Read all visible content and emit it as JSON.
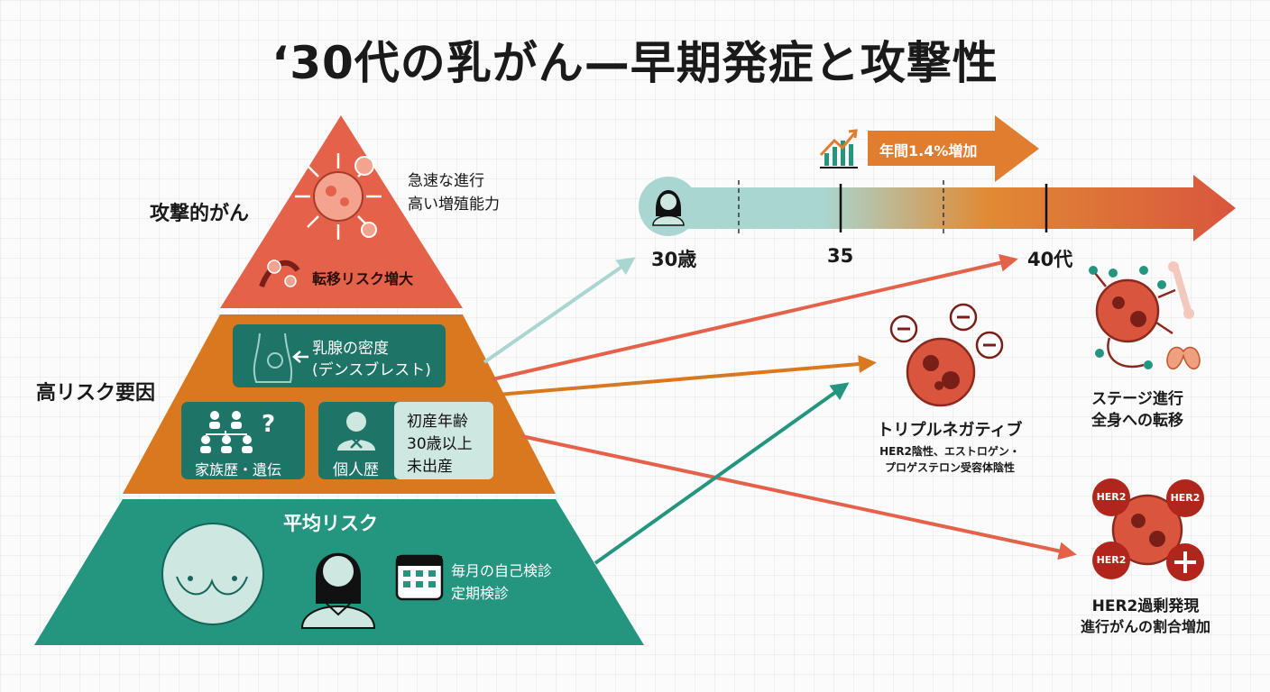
{
  "title": "‘30代の乳がん—早期発症と攻撃性",
  "colors": {
    "top": "#e4614a",
    "middle": "#d9781e",
    "bottom": "#24957f",
    "panel_dark": "#1f7468",
    "panel_light": "#cfe7e1"
  },
  "pyramid": {
    "top": {
      "side_label": "攻撃的がん",
      "note_line1": "急速な進行",
      "note_line2": "高い増殖能力",
      "metastasis": "転移リスク増大"
    },
    "middle": {
      "side_label": "高リスク要因",
      "density_line1": "乳腺の密度",
      "density_line2": "(デンスブレスト)",
      "family": "家族歴・遺伝",
      "personal": "個人歴",
      "reproductive_line1": "初産年齢",
      "reproductive_line2": "30歳以上",
      "reproductive_line3": "未出産"
    },
    "bottom": {
      "label": "平均リスク",
      "check_line1": "毎月の自己検診",
      "check_line2": "定期検診"
    }
  },
  "timeline": {
    "trend_label": "年間1.4%増加",
    "ticks": [
      "30歳",
      "35",
      "40代"
    ]
  },
  "outcomes": {
    "triple_negative": {
      "title": "トリプルネガティブ",
      "line1": "HER2陰性、エストロゲン・",
      "line2": "プロゲステロン受容体陰性"
    },
    "stage": {
      "line1": "ステージ進行",
      "line2": "全身への転移"
    },
    "her2": {
      "badge": "HER2",
      "line1": "HER2過剰発現",
      "line2": "進行がんの割合増加"
    }
  }
}
